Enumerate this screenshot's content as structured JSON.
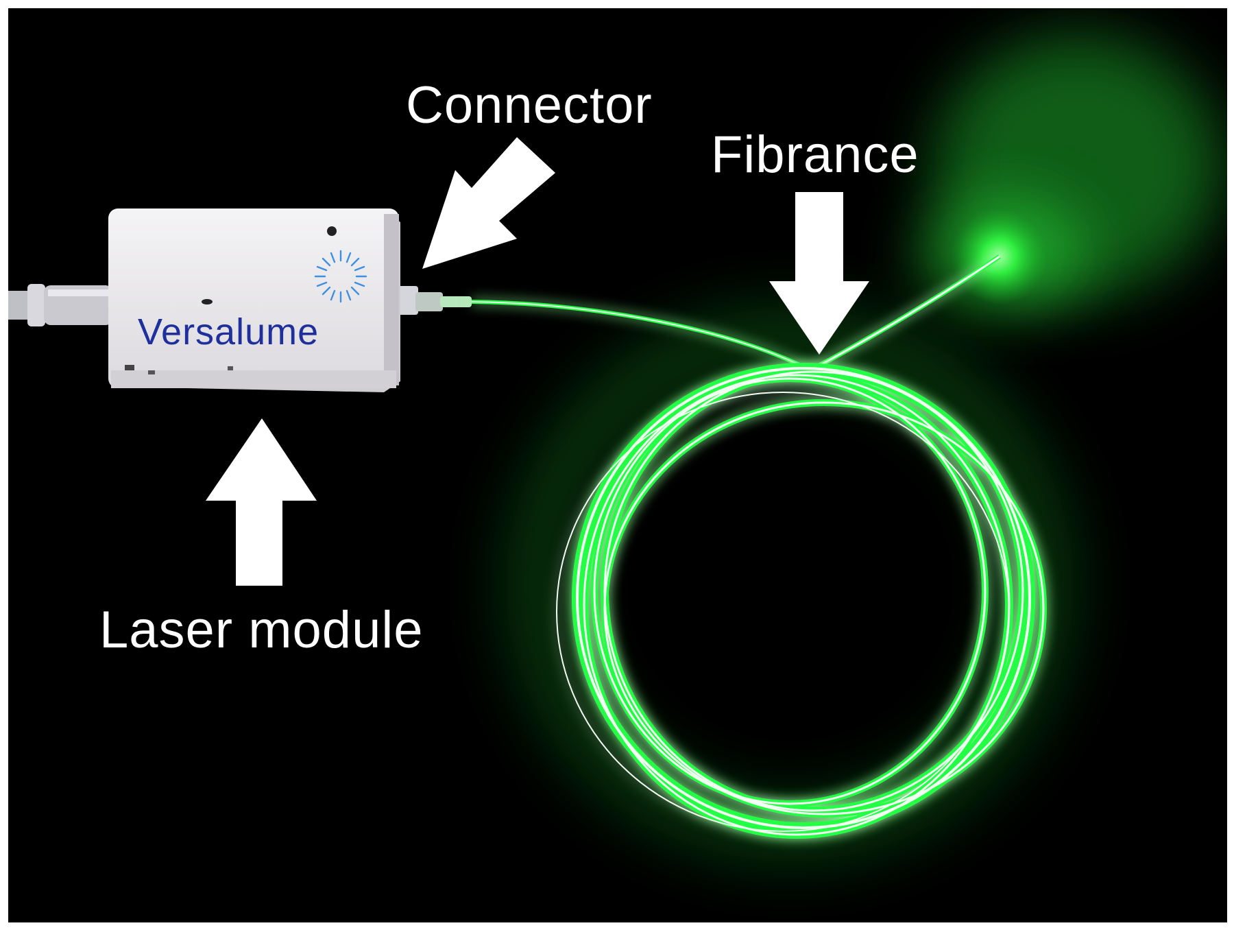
{
  "labels": {
    "connector": "Connector",
    "fibrance": "Fibrance",
    "laser_module": "Laser module"
  },
  "device": {
    "brand": "Versalume",
    "logo_icon": "starburst-logo-icon"
  },
  "colors": {
    "background": "#000000",
    "frame": "#ffffff",
    "fiber_glow": "#22ff44",
    "fiber_core": "#f2fff2",
    "brand_text": "#1f2f9c",
    "logo": "#3f8fe0",
    "label_text": "#ffffff"
  }
}
